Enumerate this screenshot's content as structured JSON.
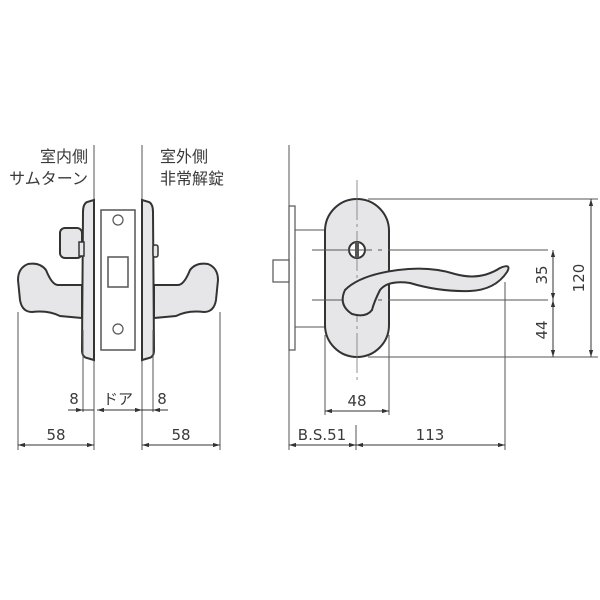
{
  "drawing": {
    "title": "Lever handle lock dimensional drawing",
    "colors": {
      "line": "#333333",
      "fill": "#e6e6e8",
      "thin": "#666666",
      "text": "#3a3a3a"
    },
    "left_view": {
      "indoor_label_1": "室内側",
      "indoor_label_2": "サムターン",
      "outdoor_label_1": "室外側",
      "outdoor_label_2": "非常解錠",
      "dims": {
        "rose_left": "8",
        "door": "ドア",
        "rose_right": "8",
        "projection_left": "58",
        "projection_right": "58"
      }
    },
    "right_view": {
      "dims": {
        "plate_width": "48",
        "backset": "B.S.51",
        "lever_length": "113",
        "spindle_to_key": "35",
        "spindle_to_bottom": "44",
        "plate_height": "120"
      }
    }
  }
}
